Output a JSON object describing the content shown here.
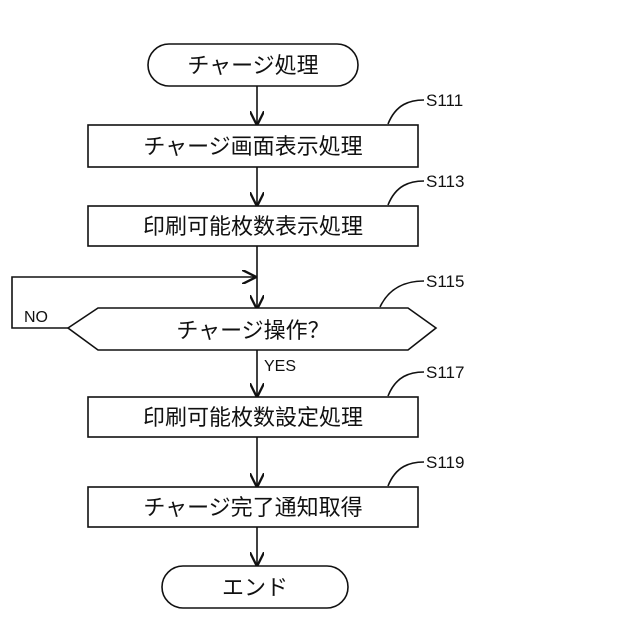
{
  "nodes": {
    "start": "チャージ処理",
    "s111": "チャージ画面表示処理",
    "s113": "印刷可能枚数表示処理",
    "s115": "チャージ操作？",
    "s117": "印刷可能枚数設定処理",
    "s119": "チャージ完了通知取得",
    "end": "エンド"
  },
  "steps": {
    "s111": "S111",
    "s113": "S113",
    "s115": "S115",
    "s117": "S117",
    "s119": "S119"
  },
  "branches": {
    "yes": "YES",
    "no": "NO"
  }
}
